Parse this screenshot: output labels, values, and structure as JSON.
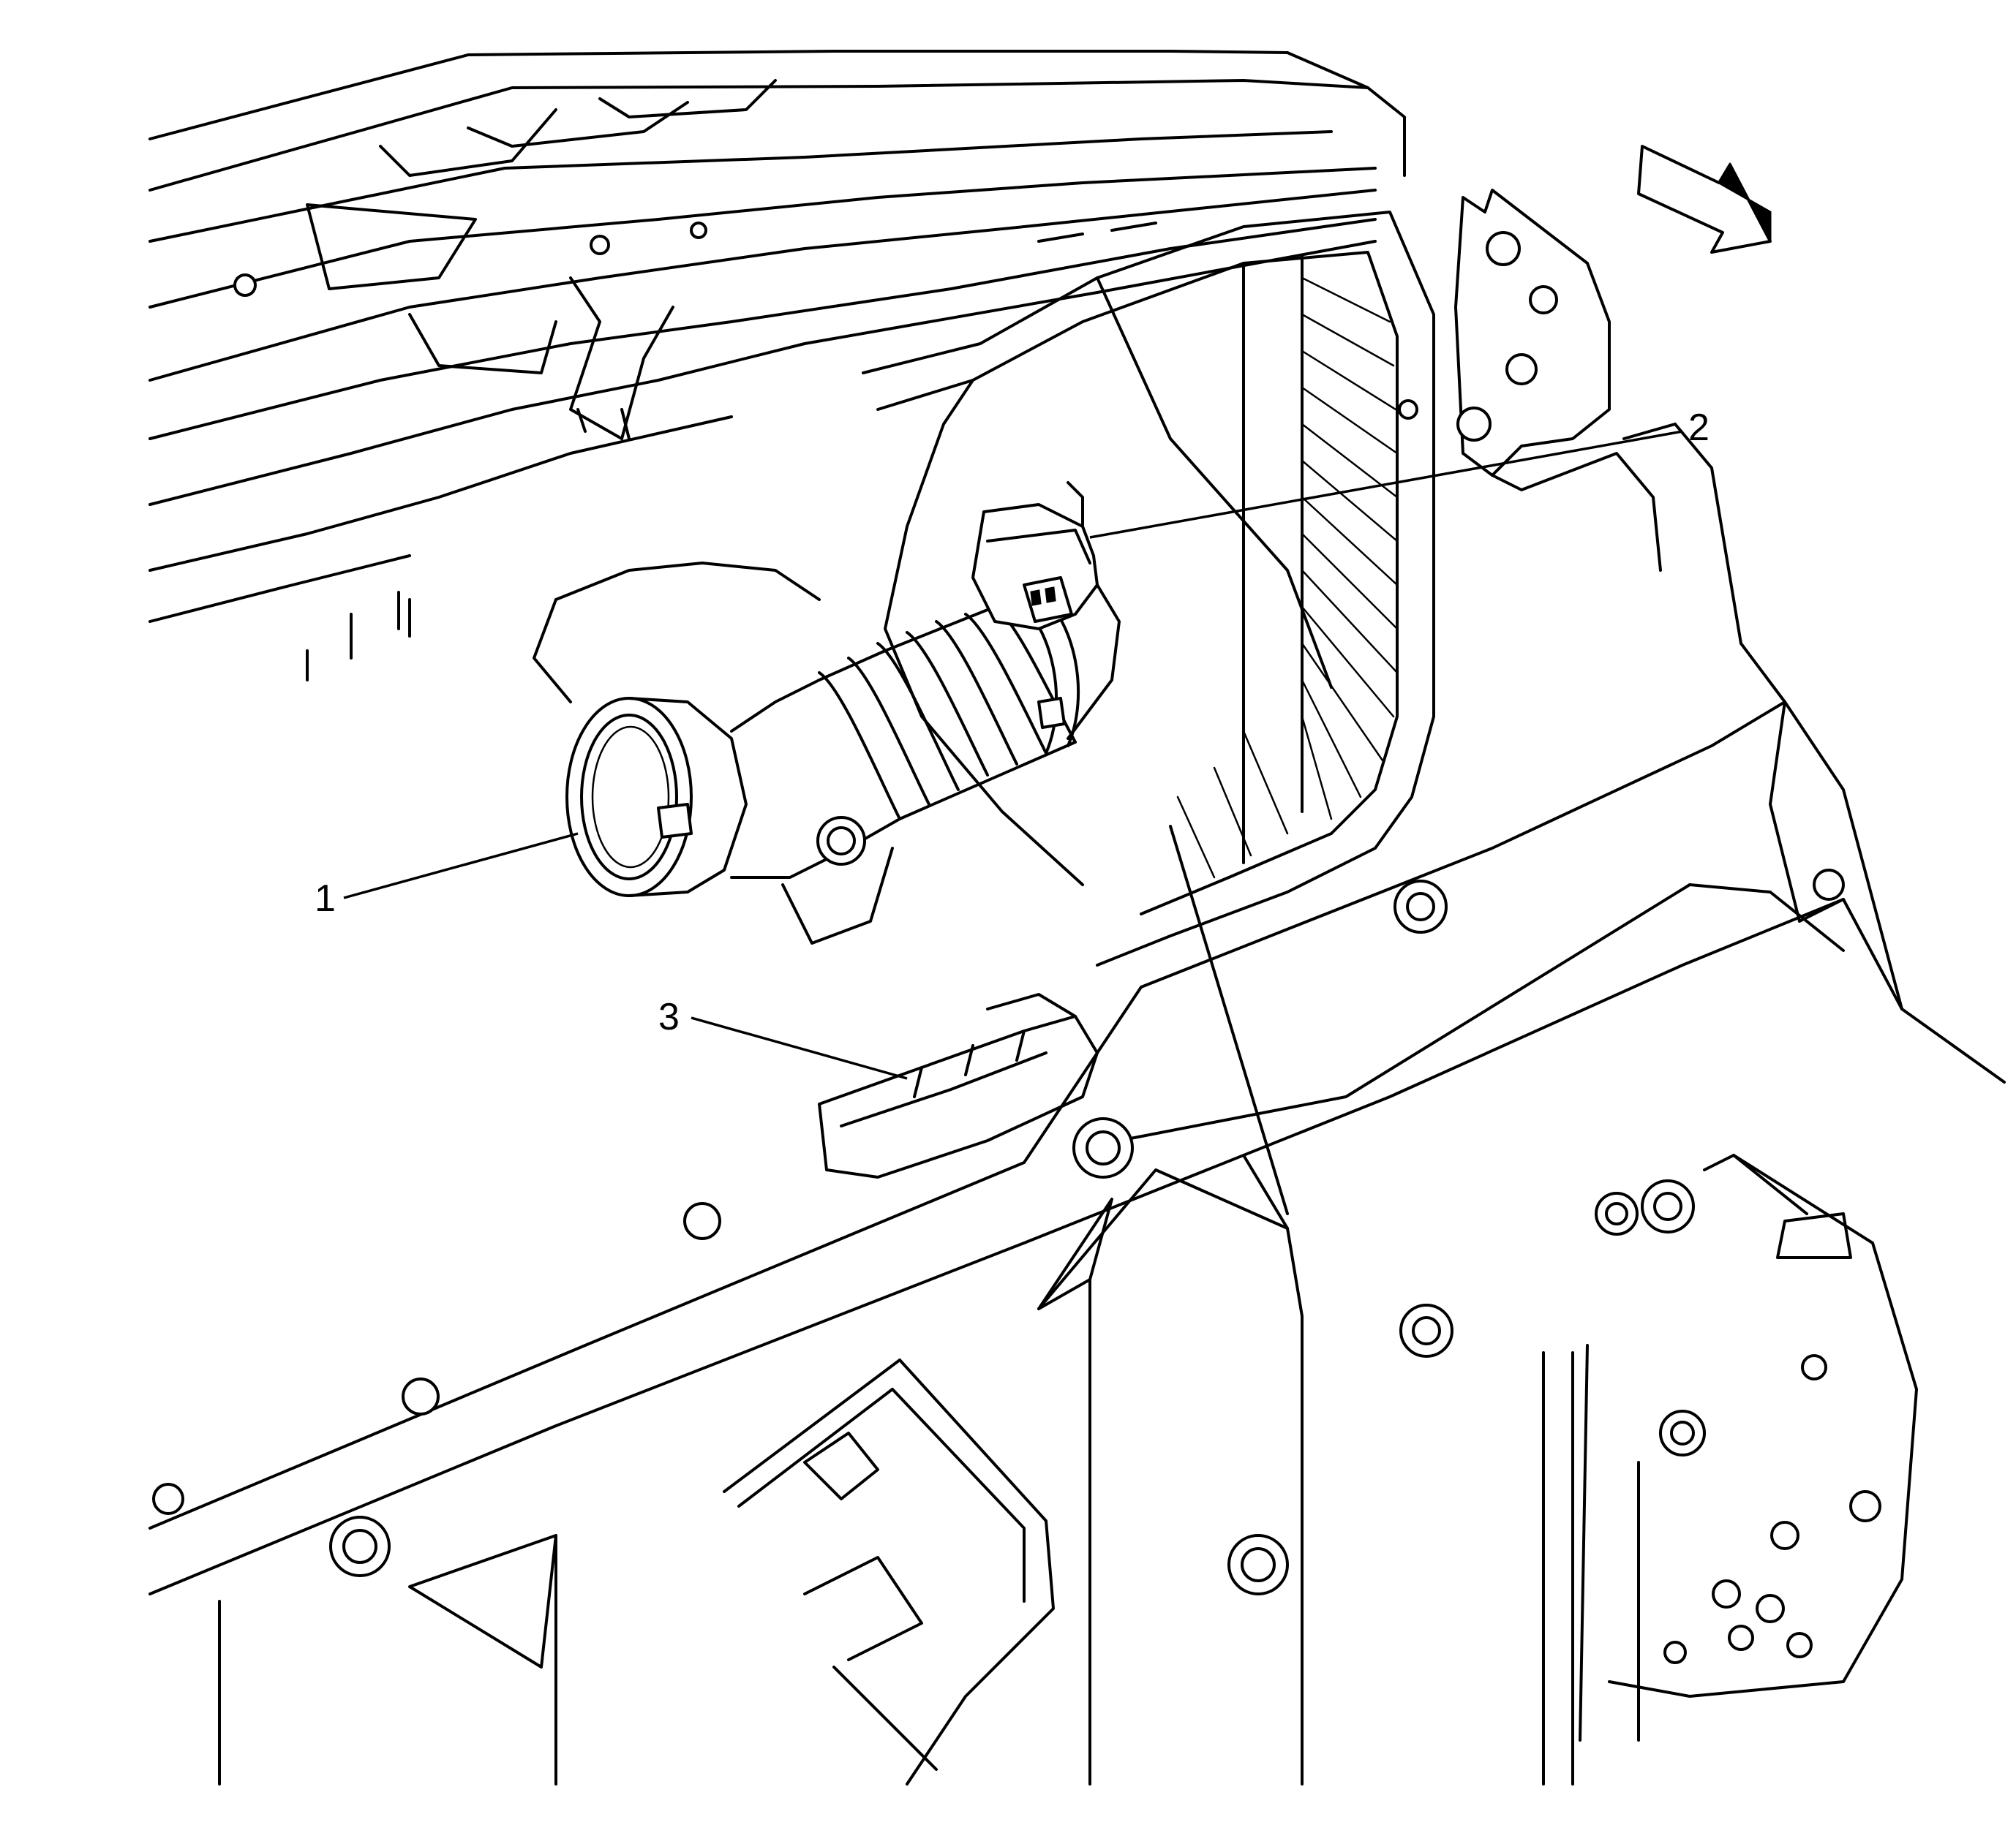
{
  "callouts": [
    {
      "id": "1",
      "label": "1"
    },
    {
      "id": "2",
      "label": "2"
    },
    {
      "id": "3",
      "label": "3"
    }
  ],
  "colors": {
    "line": "#000000",
    "background": "#ffffff"
  },
  "icons": [
    "forward-direction-arrow-icon"
  ]
}
